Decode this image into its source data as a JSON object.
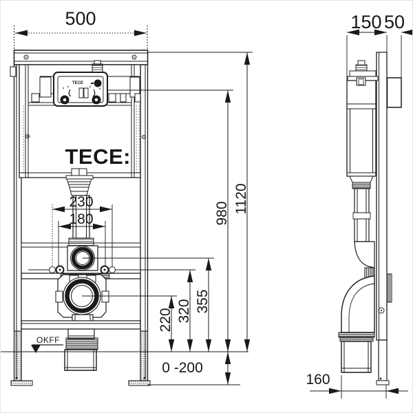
{
  "drawing": {
    "front_view": {
      "logo": "TECE:",
      "unit_label": "TECE",
      "datum_label": "OKFF",
      "dim_width": "500",
      "dim_flush_outer": "230",
      "dim_flush_inner": "180",
      "dim_waste_height": "220",
      "dim_fixing_height": "320",
      "dim_flushbend_height": "355",
      "dim_panel_height": "980",
      "dim_total_height": "1120",
      "dim_floor_adjust": "0 -200"
    },
    "side_view": {
      "dim_depth": "150",
      "dim_plate_depth": "50",
      "dim_outlet_offset": "160"
    },
    "colors": {
      "line": "#1a1a1a",
      "background": "#ffffff"
    }
  }
}
